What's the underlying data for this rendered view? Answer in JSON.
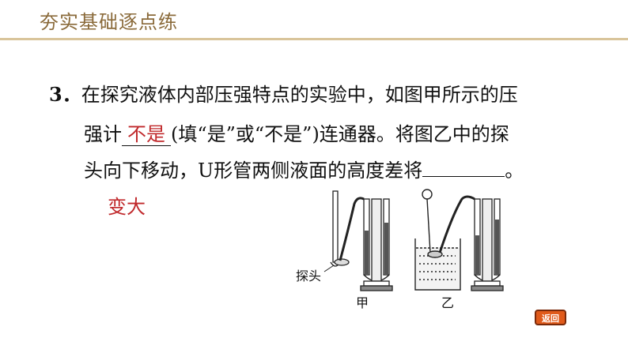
{
  "header": {
    "title": "夯实基础逐点练"
  },
  "question": {
    "number": "3．",
    "line1": "在探究液体内部压强特点的实验中，如图甲所示的压",
    "line2_pre": "强计",
    "blank1_answer": "不是",
    "line2_post": "(填“是”或“不是”)连通器。将图乙中的探",
    "line3_pre": "头向下移动，U形管两侧液面的高度差将",
    "line3_post": "。",
    "blank2_answer": "变大"
  },
  "figure": {
    "probe_label": "探头",
    "label_a": "甲",
    "label_b": "乙"
  },
  "back_button": {
    "label": "返回"
  }
}
